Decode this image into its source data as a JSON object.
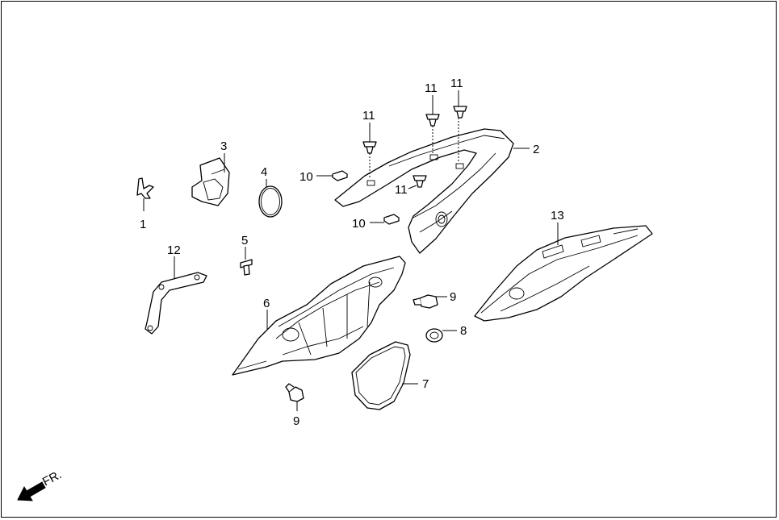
{
  "diagram": {
    "callouts": [
      {
        "id": "c1",
        "label": "1"
      },
      {
        "id": "c2",
        "label": "2"
      },
      {
        "id": "c3",
        "label": "3"
      },
      {
        "id": "c4",
        "label": "4"
      },
      {
        "id": "c5",
        "label": "5"
      },
      {
        "id": "c6",
        "label": "6"
      },
      {
        "id": "c7",
        "label": "7"
      },
      {
        "id": "c8",
        "label": "8"
      },
      {
        "id": "c9a",
        "label": "9"
      },
      {
        "id": "c9b",
        "label": "9"
      },
      {
        "id": "c10a",
        "label": "10"
      },
      {
        "id": "c10b",
        "label": "10"
      },
      {
        "id": "c11a",
        "label": "11"
      },
      {
        "id": "c11b",
        "label": "11"
      },
      {
        "id": "c11c",
        "label": "11"
      },
      {
        "id": "c11d",
        "label": "11"
      },
      {
        "id": "c12",
        "label": "12"
      },
      {
        "id": "c13",
        "label": "13"
      }
    ],
    "direction_label": "FR."
  }
}
